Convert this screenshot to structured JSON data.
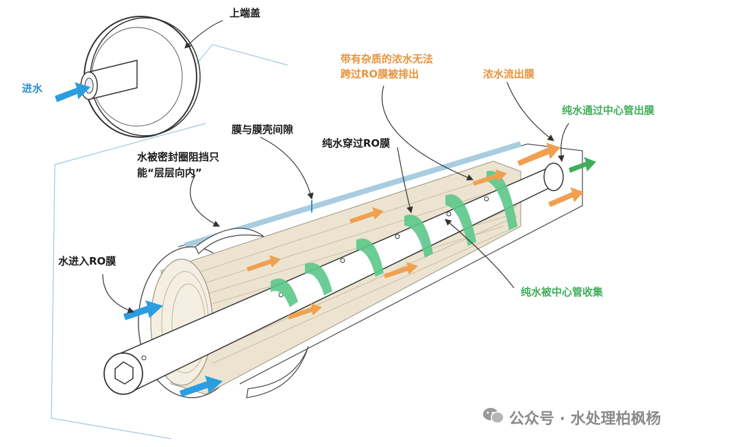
{
  "labels": {
    "end_cap": "上端盖",
    "water_in": "进水",
    "concentrate_blocked_1": "带有杂质的浓水无法",
    "concentrate_blocked_2": "跨过RO膜被排出",
    "concentrate_out": "浓水流出膜",
    "pure_out": "纯水通过中心管出膜",
    "gap": "膜与膜壳间隙",
    "pure_through": "纯水穿过RO膜",
    "seal_1": "水被密封圈阻挡只",
    "seal_2": "能“层层向内”",
    "enter_ro": "水进入RO膜",
    "pure_collected": "纯水被中心管收集"
  },
  "watermark": {
    "text": "公众号 · 水处理柏枫杨"
  },
  "colors": {
    "blue_arrow": "#2a9ee0",
    "orange_arrow": "#f0a050",
    "green_band": "#5cc88a",
    "membrane": "#e8e0cc"
  }
}
